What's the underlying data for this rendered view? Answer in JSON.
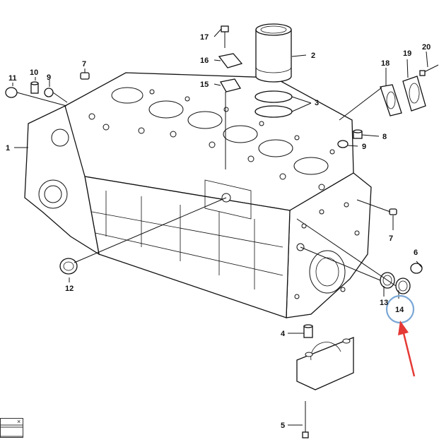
{
  "diagram": {
    "callouts": [
      "1",
      "2",
      "3",
      "4",
      "5",
      "6",
      "7",
      "7",
      "8",
      "9",
      "9",
      "10",
      "11",
      "12",
      "13",
      "14",
      "15",
      "16",
      "17",
      "18",
      "19",
      "20"
    ],
    "highlight": {
      "target": "14",
      "circle_color": "#7aa7d6",
      "arrow_color": "#e53935"
    }
  },
  "mini_window": {
    "close_glyph": "×"
  }
}
